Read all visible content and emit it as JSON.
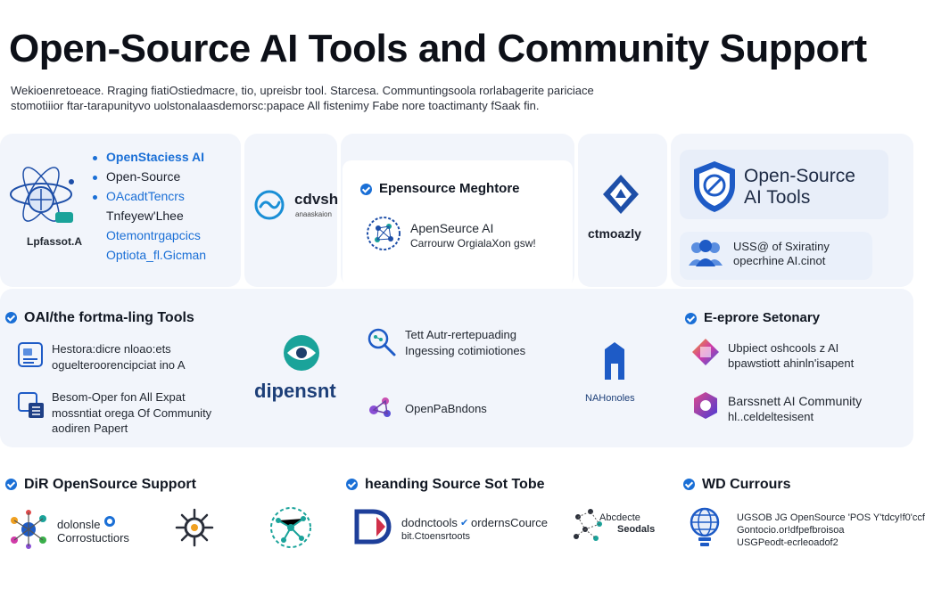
{
  "title": "Open-Source AI Tools and Community Support",
  "intro": {
    "line1": "Wekioenretoeace. Rraging fiatiOstiedmacre, tio, upreisbr tool. Starcesa. Communtingsoola rorlabagerite pariciace",
    "line2": "stomotiiior ftar-tarapunityvo uolstonalaasdemorsc:papace All fistenimy Fabe nore toactimanty fSaak fin."
  },
  "top_left": {
    "items": [
      "OpenStaciess AI",
      "Open-Source",
      "OAcadtTencrs",
      "Tnfeyew'Lhee",
      "Otemontrgapcics",
      "Optiota_fl.Gicman"
    ],
    "logo_label": "Lpfassot.A"
  },
  "card_cdvsh": {
    "name": "cdvsh",
    "sub": "anaaskaion"
  },
  "card_ops": {
    "heading": "Epensource Meghtore",
    "line1": "ApenSeurce AI",
    "line2": "Carrourw OrgialaXon gsw!"
  },
  "ctmoazly": {
    "label": "ctmoazly"
  },
  "ost_card": {
    "line1": "Open-Source",
    "line2": "AI Tools"
  },
  "usss_card": {
    "line1": "USS@ of Sxiratiny",
    "line2": "opecrhine AI.cinot"
  },
  "mid_left": {
    "heading": "OAI/the fortma-ling Tools",
    "item1_l1": "Hestora:dicre nloao:ets",
    "item1_l2": "oguelteroorencipciat ino A",
    "item2_l1": "Besom-Oper fon All Expat",
    "item2_l2": "mossntiat orega Of Community",
    "item2_l3": "aodiren Papert"
  },
  "dipen": {
    "label": "dipensnt"
  },
  "mid_center": {
    "item1_l1": "Tett Autr-rertepuading",
    "item1_l2": "Ingessing cotimiotiones",
    "item2_l1": "OpenPaBndons"
  },
  "nah": {
    "label": "NAHonoles"
  },
  "mid_right": {
    "heading": "E-eprore Setonary",
    "item1_l1": "Ubpiect oshcools z AI",
    "item1_l2": "bpawstiott ahinln'isapent",
    "item2_l1": "Barssnett AI Community",
    "item2_l2": "hl..celdeltesisent"
  },
  "bottom": {
    "col1_heading": "DiR OpenSource  Support",
    "col1_item_l1": "dolonsle",
    "col1_item_l2": "Corrostuctiors",
    "col2_heading": "heanding Source Sot Tobe",
    "col2_item_l1": "dodnctools",
    "col2_item_l1b": "ordernsCource",
    "col2_item_l2": "bit.Ctoensrtoots",
    "col2_side_l1": "Abcdecte",
    "col2_side_l2": "Seodals",
    "col3_heading": "WD Currours",
    "col3_item_l1": "UGSOB JG OpenSource 'POS Y'tdcy!f0'ccf",
    "col3_item_l2": "Gontocio.or!dfpefbroisoa",
    "col3_item_l3": "USGPeodt-ecrleoadof2"
  },
  "colors": {
    "accent": "#1a6fd6",
    "panel": "#f2f5fb",
    "teal": "#1aa39a"
  }
}
